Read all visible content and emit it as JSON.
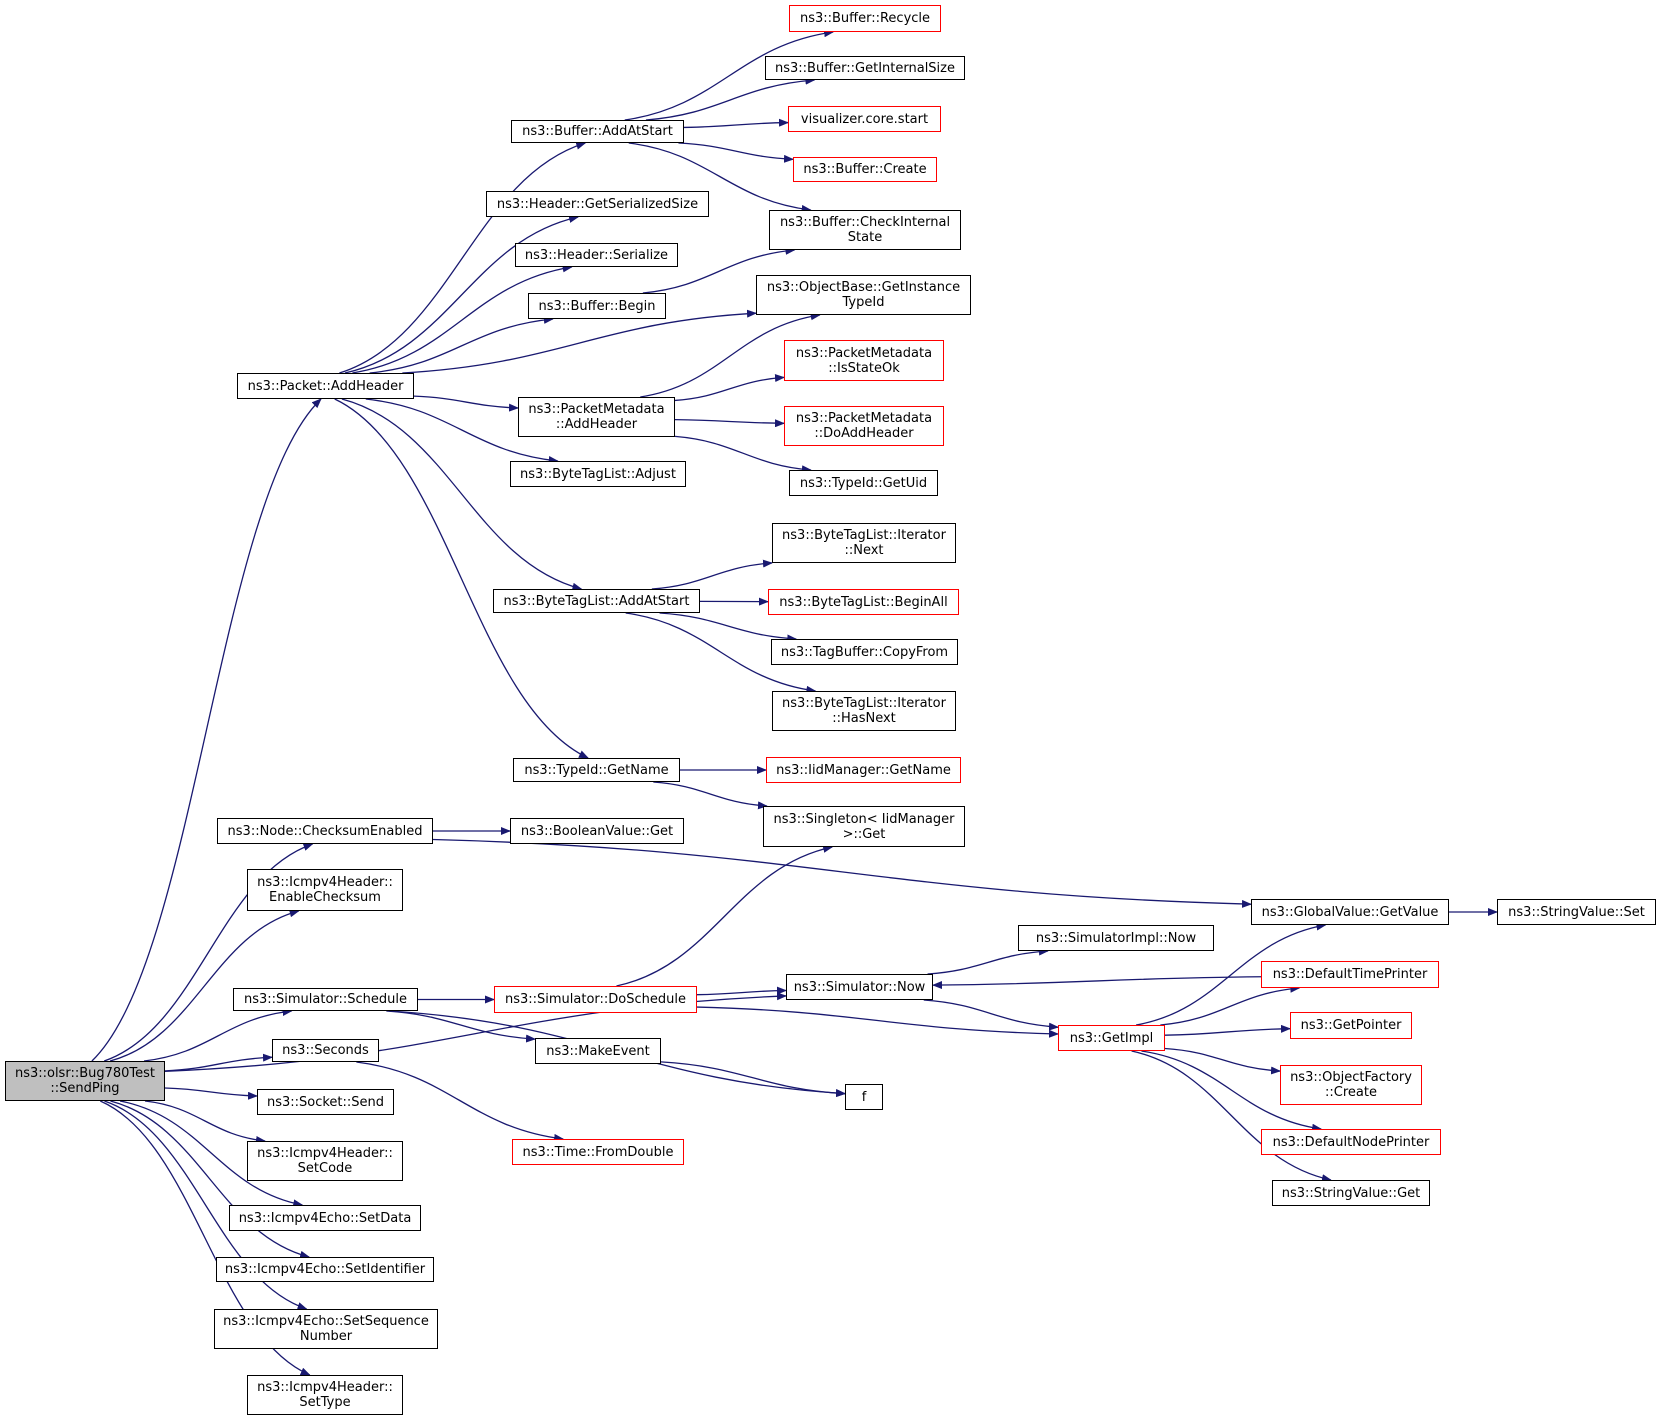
{
  "graph": {
    "colors": {
      "edge": "#191970",
      "node_border": "#000000",
      "incomplete_border": "#ff0000",
      "root_fill": "#bfbfbf"
    },
    "nodes": [
      {
        "id": "root",
        "lines": [
          "ns3::olsr::Bug780Test",
          "::SendPing"
        ],
        "style": "root"
      },
      {
        "id": "packet-addheader",
        "lines": [
          "ns3::Packet::AddHeader"
        ],
        "style": "normal"
      },
      {
        "id": "buffer-addatstart",
        "lines": [
          "ns3::Buffer::AddAtStart"
        ],
        "style": "normal"
      },
      {
        "id": "buffer-recycle",
        "lines": [
          "ns3::Buffer::Recycle"
        ],
        "style": "red"
      },
      {
        "id": "buffer-getinternalsize",
        "lines": [
          "ns3::Buffer::GetInternalSize"
        ],
        "style": "normal"
      },
      {
        "id": "visualizer-core-start",
        "lines": [
          "visualizer.core.start"
        ],
        "style": "red"
      },
      {
        "id": "buffer-create",
        "lines": [
          "ns3::Buffer::Create"
        ],
        "style": "red"
      },
      {
        "id": "buffer-checkinternalstate",
        "lines": [
          "ns3::Buffer::CheckInternal",
          "State"
        ],
        "style": "normal"
      },
      {
        "id": "header-getserializedsize",
        "lines": [
          "ns3::Header::GetSerializedSize"
        ],
        "style": "normal"
      },
      {
        "id": "header-serialize",
        "lines": [
          "ns3::Header::Serialize"
        ],
        "style": "normal"
      },
      {
        "id": "buffer-begin",
        "lines": [
          "ns3::Buffer::Begin"
        ],
        "style": "normal"
      },
      {
        "id": "objectbase-getinstancetypeid",
        "lines": [
          "ns3::ObjectBase::GetInstance",
          "TypeId"
        ],
        "style": "normal"
      },
      {
        "id": "packetmetadata-isstateok",
        "lines": [
          "ns3::PacketMetadata",
          "::IsStateOk"
        ],
        "style": "red"
      },
      {
        "id": "packetmetadata-addheader",
        "lines": [
          "ns3::PacketMetadata",
          "::AddHeader"
        ],
        "style": "normal"
      },
      {
        "id": "packetmetadata-doaddheader",
        "lines": [
          "ns3::PacketMetadata",
          "::DoAddHeader"
        ],
        "style": "red"
      },
      {
        "id": "bytetaglist-adjust",
        "lines": [
          "ns3::ByteTagList::Adjust"
        ],
        "style": "normal"
      },
      {
        "id": "typeid-getuid",
        "lines": [
          "ns3::TypeId::GetUid"
        ],
        "style": "normal"
      },
      {
        "id": "bytetaglist-iterator-next",
        "lines": [
          "ns3::ByteTagList::Iterator",
          "::Next"
        ],
        "style": "normal"
      },
      {
        "id": "bytetaglist-addatstart",
        "lines": [
          "ns3::ByteTagList::AddAtStart"
        ],
        "style": "normal"
      },
      {
        "id": "bytetaglist-beginall",
        "lines": [
          "ns3::ByteTagList::BeginAll"
        ],
        "style": "red"
      },
      {
        "id": "tagbuffer-copyfrom",
        "lines": [
          "ns3::TagBuffer::CopyFrom"
        ],
        "style": "normal"
      },
      {
        "id": "bytetaglist-iterator-hasnext",
        "lines": [
          "ns3::ByteTagList::Iterator",
          "::HasNext"
        ],
        "style": "normal"
      },
      {
        "id": "typeid-getname",
        "lines": [
          "ns3::TypeId::GetName"
        ],
        "style": "normal"
      },
      {
        "id": "iidmanager-getname",
        "lines": [
          "ns3::IidManager::GetName"
        ],
        "style": "red"
      },
      {
        "id": "singleton-iidmanager-get",
        "lines": [
          "ns3::Singleton< IidManager",
          ">::Get"
        ],
        "style": "normal"
      },
      {
        "id": "node-checksumenabled",
        "lines": [
          "ns3::Node::ChecksumEnabled"
        ],
        "style": "normal"
      },
      {
        "id": "booleanvalue-get",
        "lines": [
          "ns3::BooleanValue::Get"
        ],
        "style": "normal"
      },
      {
        "id": "icmpv4header-enablechecksum",
        "lines": [
          "ns3::Icmpv4Header::",
          "EnableChecksum"
        ],
        "style": "normal"
      },
      {
        "id": "globalvalue-getvalue",
        "lines": [
          "ns3::GlobalValue::GetValue"
        ],
        "style": "normal"
      },
      {
        "id": "stringvalue-set",
        "lines": [
          "ns3::StringValue::Set"
        ],
        "style": "normal"
      },
      {
        "id": "simulatorimpl-now",
        "lines": [
          "ns3::SimulatorImpl::Now"
        ],
        "style": "normal"
      },
      {
        "id": "simulator-schedule",
        "lines": [
          "ns3::Simulator::Schedule"
        ],
        "style": "normal"
      },
      {
        "id": "simulator-doschedule",
        "lines": [
          "ns3::Simulator::DoSchedule"
        ],
        "style": "red"
      },
      {
        "id": "simulator-now",
        "lines": [
          "ns3::Simulator::Now"
        ],
        "style": "normal"
      },
      {
        "id": "defaulttimeprinter",
        "lines": [
          "ns3::DefaultTimePrinter"
        ],
        "style": "red"
      },
      {
        "id": "getimpl",
        "lines": [
          "ns3::GetImpl"
        ],
        "style": "red"
      },
      {
        "id": "getpointer",
        "lines": [
          "ns3::GetPointer"
        ],
        "style": "red"
      },
      {
        "id": "seconds",
        "lines": [
          "ns3::Seconds"
        ],
        "style": "normal"
      },
      {
        "id": "makeevent",
        "lines": [
          "ns3::MakeEvent"
        ],
        "style": "normal"
      },
      {
        "id": "objectfactory-create",
        "lines": [
          "ns3::ObjectFactory",
          "::Create"
        ],
        "style": "red"
      },
      {
        "id": "f",
        "lines": [
          "f"
        ],
        "style": "normal"
      },
      {
        "id": "socket-send",
        "lines": [
          "ns3::Socket::Send"
        ],
        "style": "normal"
      },
      {
        "id": "defaultnodeprinter",
        "lines": [
          "ns3::DefaultNodePrinter"
        ],
        "style": "red"
      },
      {
        "id": "time-fromdouble",
        "lines": [
          "ns3::Time::FromDouble"
        ],
        "style": "red"
      },
      {
        "id": "icmpv4header-setcode",
        "lines": [
          "ns3::Icmpv4Header::",
          "SetCode"
        ],
        "style": "normal"
      },
      {
        "id": "stringvalue-get",
        "lines": [
          "ns3::StringValue::Get"
        ],
        "style": "normal"
      },
      {
        "id": "icmpv4echo-setdata",
        "lines": [
          "ns3::Icmpv4Echo::SetData"
        ],
        "style": "normal"
      },
      {
        "id": "icmpv4echo-setidentifier",
        "lines": [
          "ns3::Icmpv4Echo::SetIdentifier"
        ],
        "style": "normal"
      },
      {
        "id": "icmpv4echo-setsequencenumber",
        "lines": [
          "ns3::Icmpv4Echo::SetSequence",
          "Number"
        ],
        "style": "normal"
      },
      {
        "id": "icmpv4header-settype",
        "lines": [
          "ns3::Icmpv4Header::",
          "SetType"
        ],
        "style": "normal"
      }
    ],
    "edges": [
      [
        "root",
        "packet-addheader"
      ],
      [
        "root",
        "node-checksumenabled"
      ],
      [
        "root",
        "icmpv4header-enablechecksum"
      ],
      [
        "root",
        "simulator-now"
      ],
      [
        "root",
        "simulator-schedule"
      ],
      [
        "root",
        "seconds"
      ],
      [
        "root",
        "socket-send"
      ],
      [
        "root",
        "icmpv4header-setcode"
      ],
      [
        "root",
        "icmpv4echo-setdata"
      ],
      [
        "root",
        "icmpv4echo-setidentifier"
      ],
      [
        "root",
        "icmpv4echo-setsequencenumber"
      ],
      [
        "root",
        "icmpv4header-settype"
      ],
      [
        "packet-addheader",
        "buffer-addatstart"
      ],
      [
        "packet-addheader",
        "header-getserializedsize"
      ],
      [
        "packet-addheader",
        "header-serialize"
      ],
      [
        "packet-addheader",
        "buffer-begin"
      ],
      [
        "packet-addheader",
        "objectbase-getinstancetypeid"
      ],
      [
        "packet-addheader",
        "packetmetadata-addheader"
      ],
      [
        "packet-addheader",
        "bytetaglist-adjust"
      ],
      [
        "packet-addheader",
        "bytetaglist-addatstart"
      ],
      [
        "packet-addheader",
        "typeid-getname"
      ],
      [
        "buffer-addatstart",
        "buffer-recycle"
      ],
      [
        "buffer-addatstart",
        "buffer-getinternalsize"
      ],
      [
        "buffer-addatstart",
        "visualizer-core-start"
      ],
      [
        "buffer-addatstart",
        "buffer-create"
      ],
      [
        "buffer-addatstart",
        "buffer-checkinternalstate"
      ],
      [
        "buffer-begin",
        "buffer-checkinternalstate"
      ],
      [
        "packetmetadata-addheader",
        "objectbase-getinstancetypeid"
      ],
      [
        "packetmetadata-addheader",
        "packetmetadata-isstateok"
      ],
      [
        "packetmetadata-addheader",
        "packetmetadata-doaddheader"
      ],
      [
        "packetmetadata-addheader",
        "typeid-getuid"
      ],
      [
        "bytetaglist-addatstart",
        "bytetaglist-iterator-next"
      ],
      [
        "bytetaglist-addatstart",
        "bytetaglist-beginall"
      ],
      [
        "bytetaglist-addatstart",
        "tagbuffer-copyfrom"
      ],
      [
        "bytetaglist-addatstart",
        "bytetaglist-iterator-hasnext"
      ],
      [
        "typeid-getname",
        "iidmanager-getname"
      ],
      [
        "typeid-getname",
        "singleton-iidmanager-get"
      ],
      [
        "node-checksumenabled",
        "booleanvalue-get"
      ],
      [
        "node-checksumenabled",
        "globalvalue-getvalue"
      ],
      [
        "globalvalue-getvalue",
        "stringvalue-set"
      ],
      [
        "simulator-schedule",
        "simulator-doschedule"
      ],
      [
        "simulator-schedule",
        "makeevent"
      ],
      [
        "simulator-schedule",
        "f"
      ],
      [
        "simulator-doschedule",
        "singleton-iidmanager-get"
      ],
      [
        "simulator-doschedule",
        "simulator-now"
      ],
      [
        "simulator-doschedule",
        "getimpl"
      ],
      [
        "simulator-now",
        "simulatorimpl-now"
      ],
      [
        "simulator-now",
        "getimpl"
      ],
      [
        "defaulttimeprinter",
        "simulator-now"
      ],
      [
        "getimpl",
        "globalvalue-getvalue"
      ],
      [
        "getimpl",
        "defaulttimeprinter"
      ],
      [
        "getimpl",
        "getpointer"
      ],
      [
        "getimpl",
        "objectfactory-create"
      ],
      [
        "getimpl",
        "defaultnodeprinter"
      ],
      [
        "getimpl",
        "stringvalue-get"
      ],
      [
        "makeevent",
        "f"
      ],
      [
        "seconds",
        "time-fromdouble"
      ]
    ]
  }
}
